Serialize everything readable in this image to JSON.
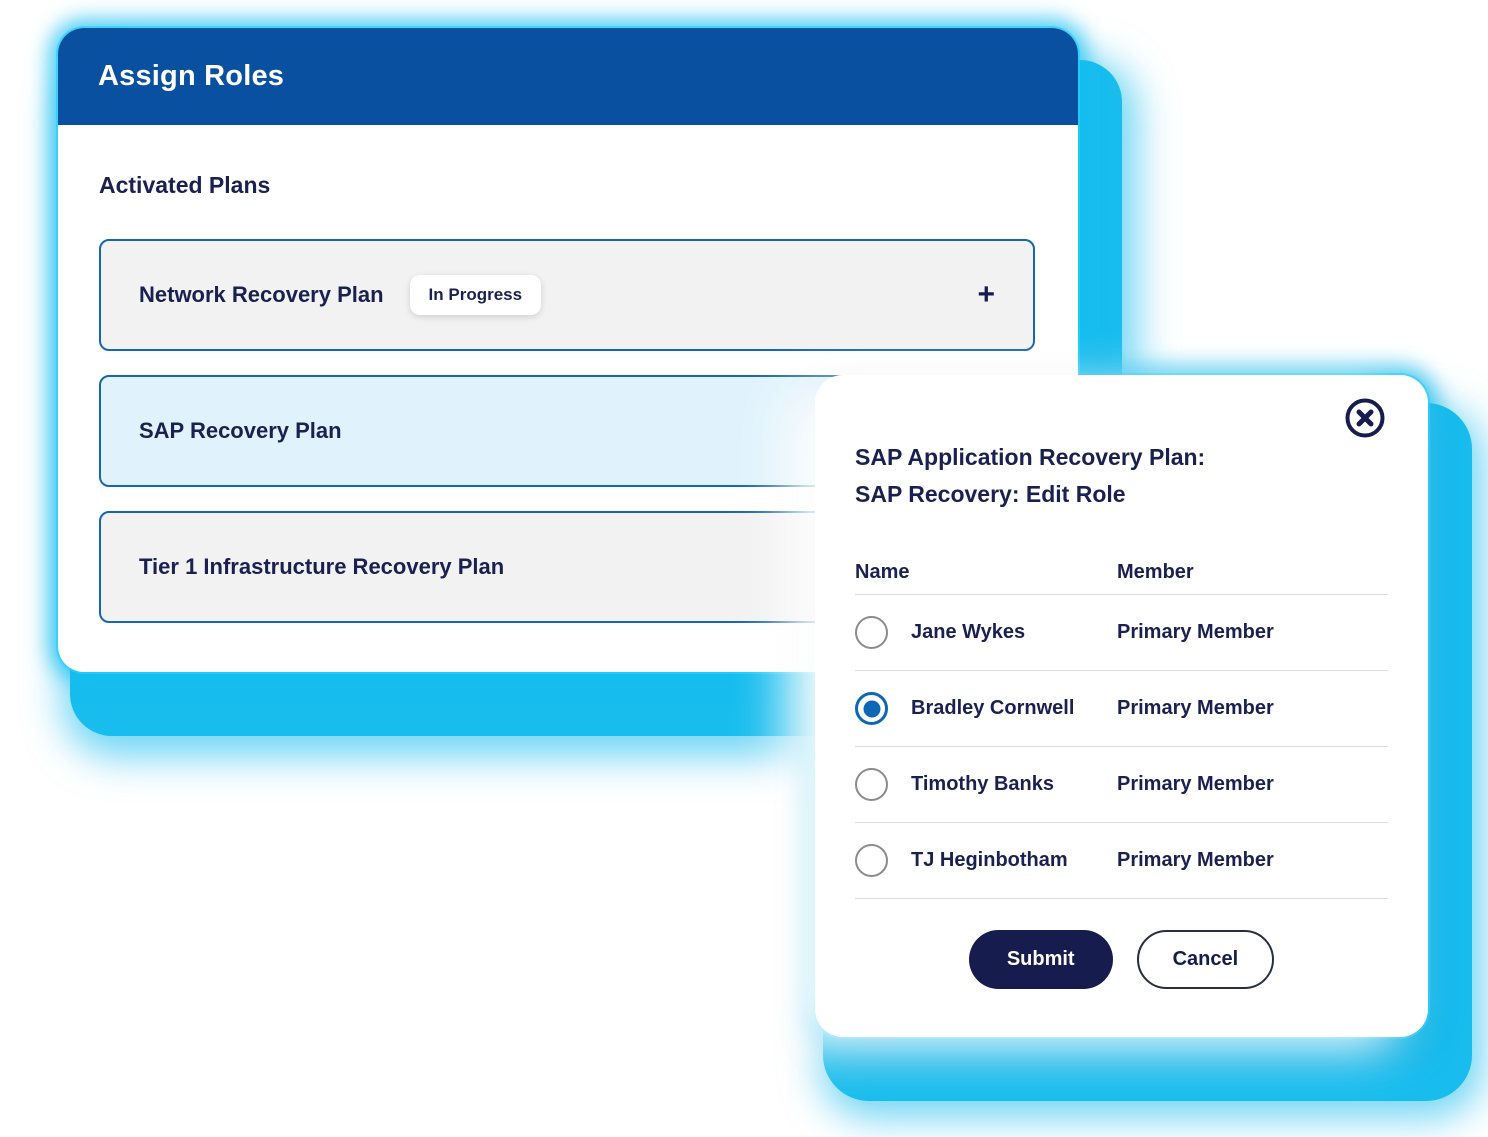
{
  "colors": {
    "glow_cyan": "#18BDEE",
    "header_blue": "#0A50A0",
    "navy_text": "#1A2150",
    "plan_border_blue": "#1766B0",
    "plan_gray_bg": "#F2F2F2",
    "plan_selected_bg": "#E0F3FC",
    "radio_selected_blue": "#0E67B5",
    "submit_navy": "#161C4D"
  },
  "assign_roles_card": {
    "title": "Assign Roles",
    "section_heading": "Activated Plans",
    "plans": [
      {
        "name": "Network Recovery Plan",
        "badge": "In Progress",
        "expand_icon": "+",
        "highlighted": false
      },
      {
        "name": "SAP Recovery Plan",
        "highlighted": true
      },
      {
        "name": "Tier 1 Infrastructure Recovery Plan",
        "highlighted": false
      }
    ]
  },
  "modal": {
    "close_icon": "circled-x-icon",
    "title_line1": "SAP Application Recovery Plan:",
    "title_line2": "SAP Recovery: Edit Role",
    "columns": {
      "name": "Name",
      "member": "Member"
    },
    "members": [
      {
        "name": "Jane Wykes",
        "member": "Primary Member",
        "selected": false
      },
      {
        "name": "Bradley Cornwell",
        "member": "Primary Member",
        "selected": true
      },
      {
        "name": "Timothy Banks",
        "member": "Primary Member",
        "selected": false
      },
      {
        "name": "TJ Heginbotham",
        "member": "Primary Member",
        "selected": false
      }
    ],
    "submit_label": "Submit",
    "cancel_label": "Cancel"
  }
}
